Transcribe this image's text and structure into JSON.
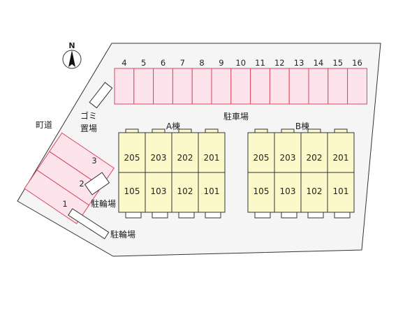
{
  "compass": {
    "label": "N"
  },
  "labels": {
    "road": "町道",
    "garbage": [
      "ゴミ",
      "置場"
    ],
    "parking": "駐車場",
    "bike_parking_1": "駐輪場",
    "bike_parking_2": "駐輪場"
  },
  "parking_spaces_top": [
    "4",
    "5",
    "6",
    "7",
    "8",
    "9",
    "10",
    "11",
    "12",
    "13",
    "14",
    "15",
    "16"
  ],
  "parking_spaces_left": [
    "3",
    "2",
    "1"
  ],
  "buildings": [
    {
      "name": "A棟",
      "upper": [
        "205",
        "203",
        "202",
        "201"
      ],
      "lower": [
        "105",
        "103",
        "102",
        "101"
      ]
    },
    {
      "name": "B棟",
      "upper": [
        "205",
        "203",
        "202",
        "201"
      ],
      "lower": [
        "105",
        "103",
        "102",
        "101"
      ]
    }
  ],
  "colors": {
    "lot_fill": "#f5f5f5",
    "parking_fill": "#fde3ec",
    "parking_stroke": "#d9485f",
    "unit_fill": "#fbf8c9",
    "line": "#333333"
  }
}
